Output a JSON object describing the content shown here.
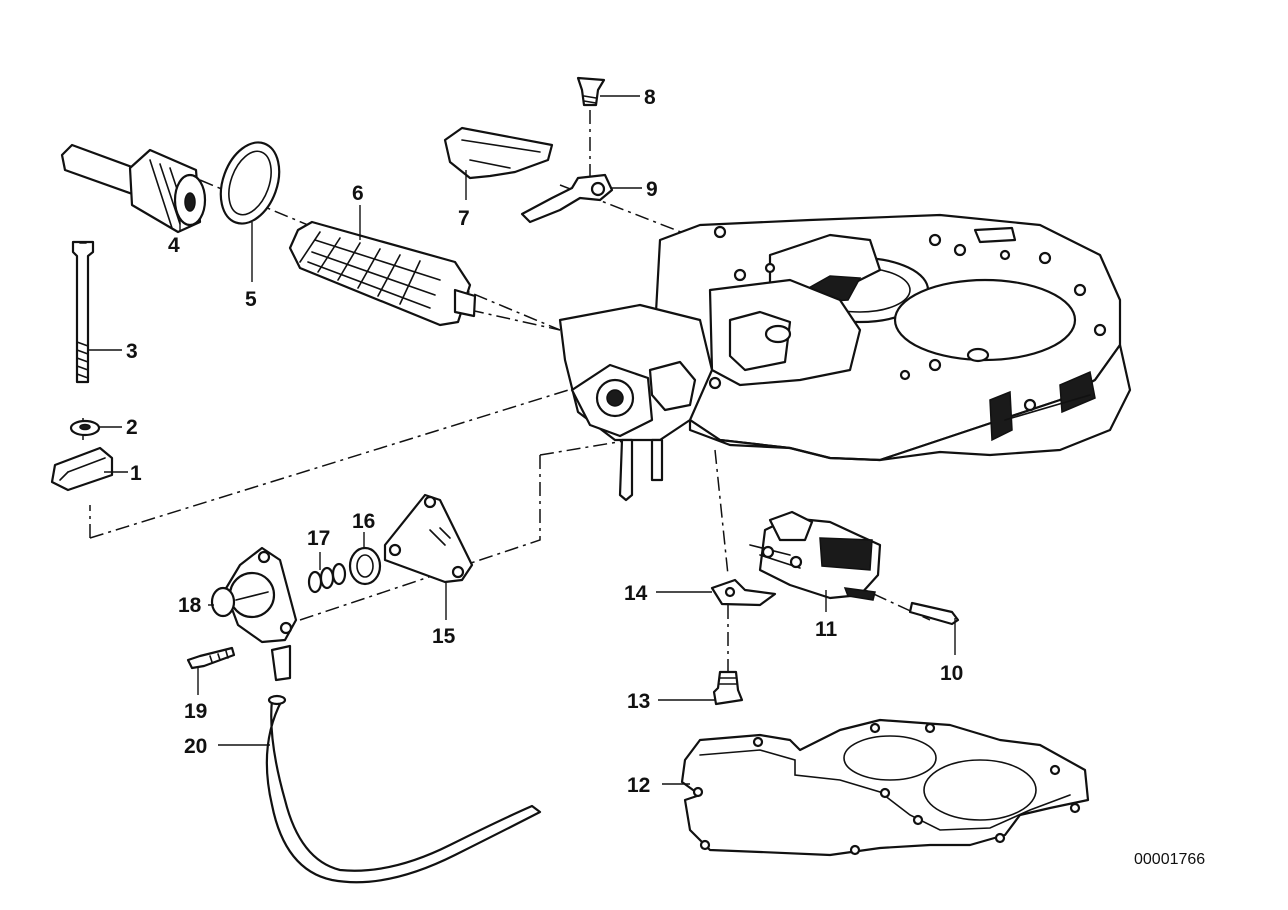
{
  "colors": {
    "line": "#111111",
    "background": "#ffffff"
  },
  "callouts": {
    "c1": "1",
    "c2": "2",
    "c3": "3",
    "c4": "4",
    "c5": "5",
    "c6": "6",
    "c7": "7",
    "c8": "8",
    "c9": "9",
    "c10": "10",
    "c11": "11",
    "c12": "12",
    "c13": "13",
    "c14": "14",
    "c15": "15",
    "c16": "16",
    "c17": "17",
    "c18": "18",
    "c19": "19",
    "c20": "20"
  },
  "reference_number": "00001766"
}
